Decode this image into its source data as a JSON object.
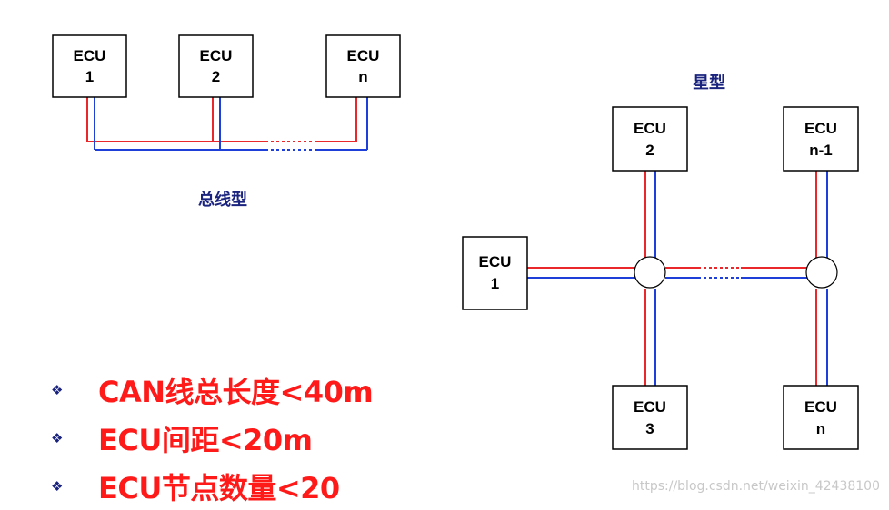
{
  "bus_topology": {
    "caption": "总线型",
    "nodes": [
      {
        "line1": "ECU",
        "line2": "1"
      },
      {
        "line1": "ECU",
        "line2": "2"
      },
      {
        "line1": "ECU",
        "line2": "n"
      }
    ]
  },
  "star_topology": {
    "caption": "星型",
    "nodes": [
      {
        "line1": "ECU",
        "line2": "1"
      },
      {
        "line1": "ECU",
        "line2": "2"
      },
      {
        "line1": "ECU",
        "line2": "3"
      },
      {
        "line1": "ECU",
        "line2": "n-1"
      },
      {
        "line1": "ECU",
        "line2": "n"
      }
    ]
  },
  "bullets": {
    "icon": "diamond-bullet-icon",
    "items": [
      {
        "text": "CAN线总长度<40m"
      },
      {
        "text": "ECU间距<20m"
      },
      {
        "text": "ECU节点数量<20"
      }
    ]
  },
  "watermark": "https://blog.csdn.net/weixin_42438100",
  "colors": {
    "can_high_wire": "#e8282a",
    "can_low_wire": "#1e3fd8",
    "bullet_text": "#ff1a1a",
    "caption": "#1a237e"
  }
}
